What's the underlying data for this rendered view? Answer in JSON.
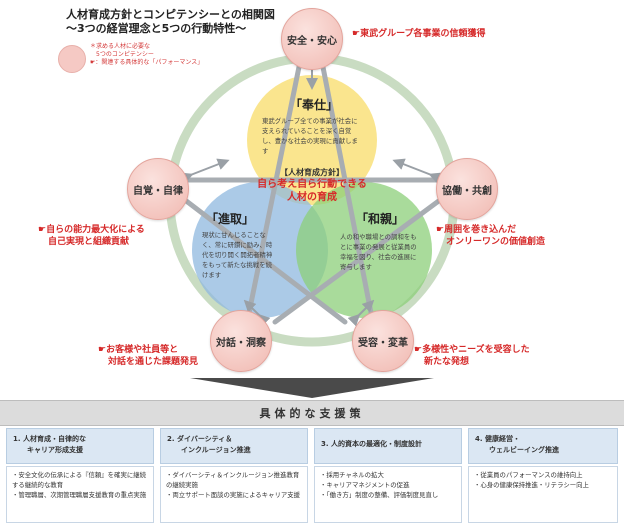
{
  "title": {
    "line1": "人材育成方針とコンピテンシーとの相関図",
    "line2": "～3つの経営理念と5つの行動特性～"
  },
  "legend": {
    "line1": "＊求める人材に必要な",
    "line2": "5つのコンピテンシー",
    "line3": "☛：関連する具体的な「パフォーマンス」"
  },
  "nodes": {
    "top": "安全・安心",
    "left": "自覚・自律",
    "right": "協働・共創",
    "bottom_left": "対話・洞察",
    "bottom_right": "受容・変革"
  },
  "notes": {
    "top": "☛東武グループ各事業の信頼獲得",
    "left_1": "☛自らの能力最大化による",
    "left_2": "自己実現と組織貢献",
    "right_1": "☛周囲を巻き込んだ",
    "right_2": "オンリーワンの価値創造",
    "bottom_left_1": "☛お客様や社員等と",
    "bottom_left_2": "対話を通じた課題発見",
    "bottom_right_1": "☛多様性やニーズを受容した",
    "bottom_right_2": "新たな発想"
  },
  "venn": {
    "top_title": "「奉仕」",
    "top_text": "東武グループ全ての事業が社会に支えられていることを深く自覚し、豊かな社会の実現に貢献します",
    "left_title": "「進取」",
    "left_text": "現状に甘んじることなく、常に研鑽に励み、時代を切り開く開拓者精神をもって新たな挑戦を続けます",
    "right_title": "「和親」",
    "right_text": "人の和や職場との調和をもとに事業の発展と従業員の幸福を図り、社会の進展に寄与します",
    "center_label": "【人材育成方針】",
    "center_line1": "自ら考え自ら行動できる",
    "center_line2": "人材の育成"
  },
  "banner": "具体的な支援策",
  "cards": [
    {
      "head_1": "1. 人材育成・自律的な",
      "head_2": "キャリア形成支援",
      "items": [
        "・安全文化の伝承による『信頼』を確実に継続する継続的な教育",
        "・管理職層、次期管理職層支援教育の重点実施"
      ]
    },
    {
      "head_1": "2. ダイバーシティ＆",
      "head_2": "インクルージョン推進",
      "items": [
        "・ダイバーシティ＆インクルージョン推進教育の継続実施",
        "・両立サポート面談の実施によるキャリア支援"
      ]
    },
    {
      "head_1": "3. 人的資本の最適化・制度設計",
      "head_2": "",
      "items": [
        "・採用チャネルの拡大",
        "・キャリアマネジメントの促進",
        "・「働き方」制度の整備、評価制度見直し"
      ]
    },
    {
      "head_1": "4. 健康経営・",
      "head_2": "ウェルビーイング推進",
      "items": [
        "・従業員のパフォーマンスの維持向上",
        "・心身の健康保持推進・リテラシー向上"
      ]
    }
  ],
  "colors": {
    "ring": "#c9dcc2",
    "hoshi": "#f9e07a",
    "shinshu": "#8fb8df",
    "washin": "#8ccf7a",
    "node": "#f3c2bb",
    "accent_red": "#d62a2a",
    "banner": "#dcdcdc",
    "card_head": "#dbe7f3"
  }
}
